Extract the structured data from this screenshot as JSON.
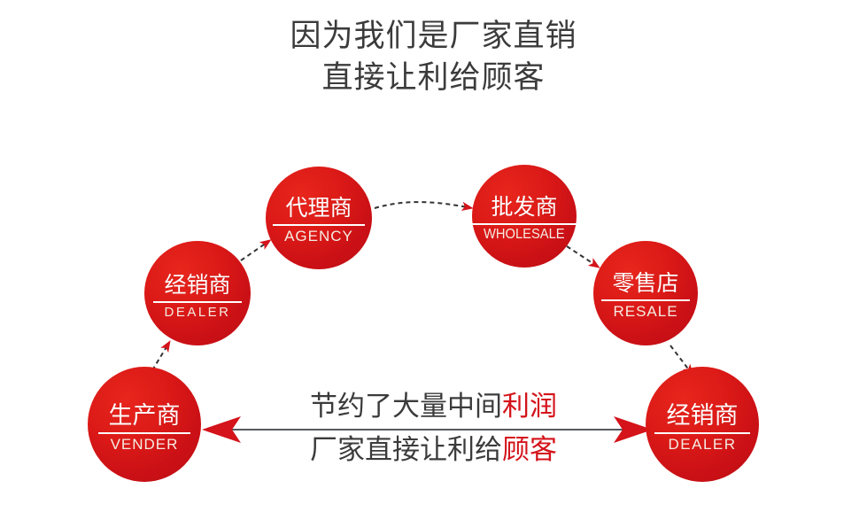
{
  "title": {
    "line1": "因为我们是厂家直销",
    "line2": "直接让利给顾客"
  },
  "colors": {
    "node_red": "#d4131a",
    "node_red_light": "#e8261d",
    "node_red_dark": "#bb0d13",
    "text_dark": "#3b3b3b",
    "highlight_red": "#d4131a",
    "arrow_red": "#d4131a",
    "connector_gray": "#4a4a4a",
    "background": "#ffffff"
  },
  "nodes": [
    {
      "id": "vender",
      "cn": "生产商",
      "en": "VENDER"
    },
    {
      "id": "dealer_left",
      "cn": "经销商",
      "en": "DEALER"
    },
    {
      "id": "agency",
      "cn": "代理商",
      "en": "AGENCY"
    },
    {
      "id": "wholesale",
      "cn": "批发商",
      "en": "WHOLESALE"
    },
    {
      "id": "resale",
      "cn": "零售店",
      "en": "RESALE"
    },
    {
      "id": "dealer_right",
      "cn": "经销商",
      "en": "DEALER"
    }
  ],
  "connectors": [
    {
      "id": "vender-to-dealer-left",
      "style": "dashed",
      "arrowhead": "red"
    },
    {
      "id": "dealer-left-to-agency",
      "style": "dashed",
      "arrowhead": "red"
    },
    {
      "id": "agency-to-wholesale",
      "style": "dashed",
      "arrowhead": "red"
    },
    {
      "id": "wholesale-to-resale",
      "style": "dashed",
      "arrowhead": "red"
    },
    {
      "id": "resale-to-dealer-right",
      "style": "dashed",
      "arrowhead": "red"
    },
    {
      "id": "vender-to-dealer-right-direct",
      "style": "solid",
      "arrowhead": "red-both"
    }
  ],
  "center_message": {
    "line1_plain": "节约了大量中间",
    "line1_highlight": "利润",
    "line2_plain": "厂家直接让利给",
    "line2_highlight": "顾客"
  }
}
